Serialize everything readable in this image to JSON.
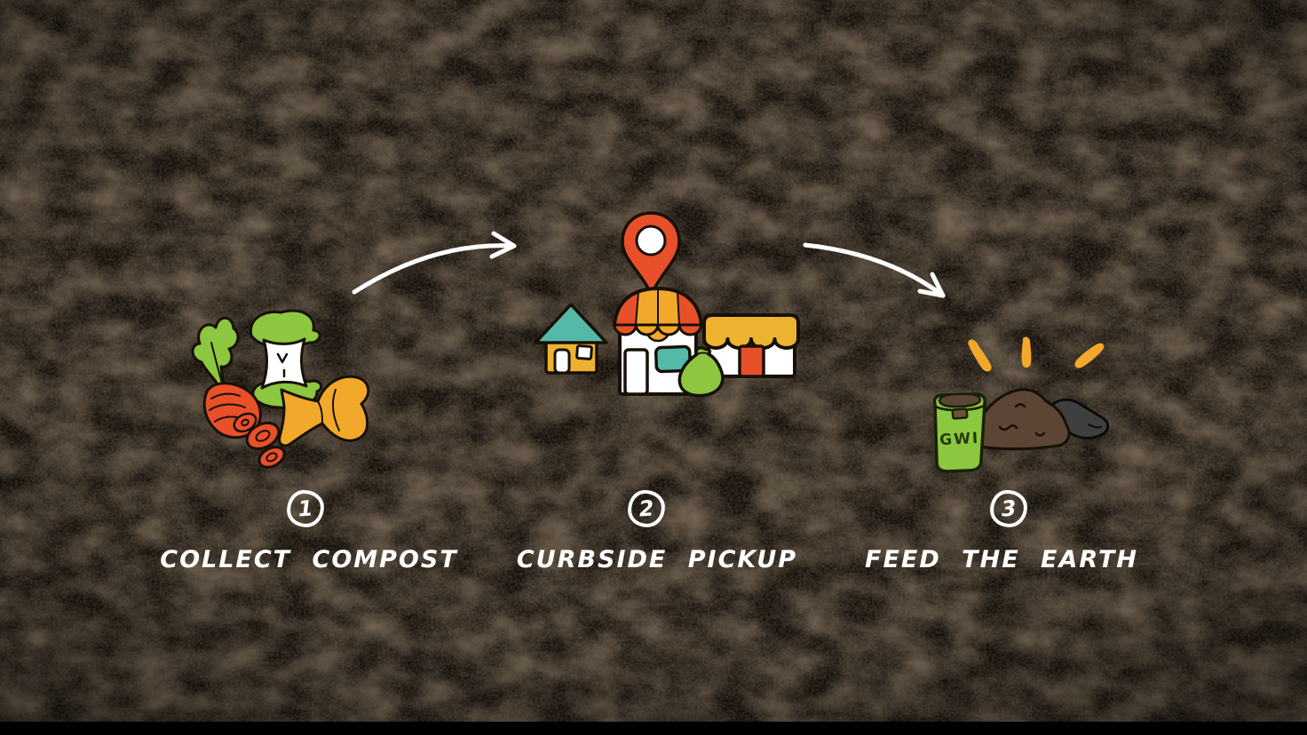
{
  "page": {
    "title": "How it works - compost process infographic",
    "background": "soil-texture-photo"
  },
  "colors": {
    "background": "#0a0704",
    "bottom_bar": "#000000",
    "text": "#ffffff",
    "arrow": "#ffffff",
    "green": "#8dc63f",
    "red_orange": "#e8502a",
    "yellow": "#f2a92b",
    "golden": "#eeb231",
    "teal": "#55b9a9",
    "brown": "#5c4534",
    "dark_gray": "#3f3f3f",
    "outline": "#171007",
    "bucket_text": "#24380d"
  },
  "steps": [
    {
      "number": "1",
      "label": "COLLECT COMPOST",
      "icon": "food-scraps-icon",
      "items": [
        "carrot-greens",
        "apple-core",
        "carrot",
        "carrot-slices",
        "bowtie-pasta"
      ]
    },
    {
      "number": "2",
      "label": "CURBSIDE PICKUP",
      "icon": "curbside-pickup-icon",
      "items": [
        "map-pin",
        "house",
        "storefront-striped-awning",
        "storefront-scalloped-awning",
        "compost-bag"
      ]
    },
    {
      "number": "3",
      "label": "FEED THE EARTH",
      "icon": "feed-the-earth-icon",
      "bucket_label": "GWI",
      "items": [
        "sparkle-rays",
        "compost-bucket",
        "soil-pile",
        "shovel"
      ]
    }
  ],
  "arrows": [
    {
      "name": "arrow-step1-to-step2",
      "direction": "curving-up-right"
    },
    {
      "name": "arrow-step2-to-step3",
      "direction": "curving-down-right"
    }
  ]
}
